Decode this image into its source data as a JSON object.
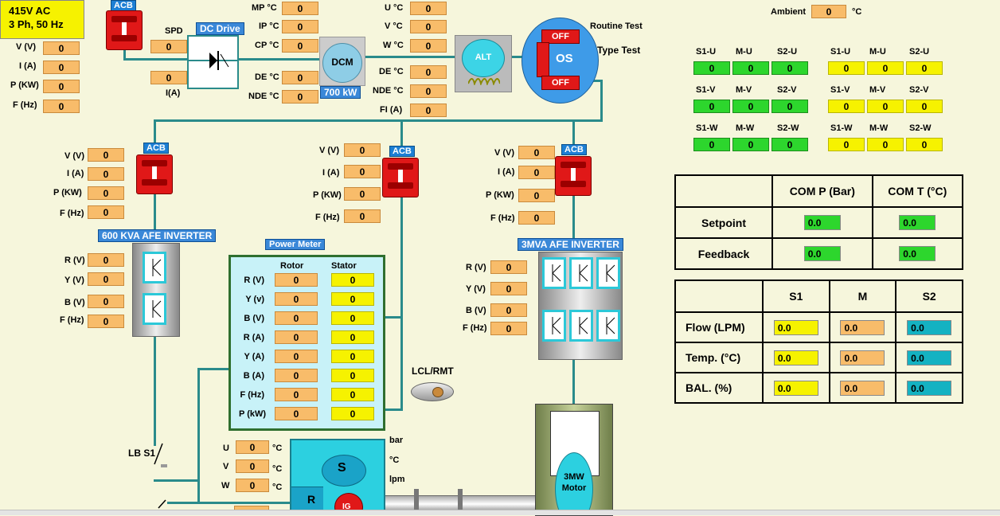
{
  "supply": {
    "line1": "415V AC",
    "line2": "3 Ph, 50 Hz"
  },
  "supply_readings": [
    {
      "label": "V (V)",
      "value": "0"
    },
    {
      "label": "I (A)",
      "value": "0"
    },
    {
      "label": "P (KW)",
      "value": "0"
    },
    {
      "label": "F (Hz)",
      "value": "0"
    }
  ],
  "acb_label": "ACB",
  "spd": {
    "label": "SPD",
    "value": "0"
  },
  "dc_drive": {
    "title": "DC Drive",
    "current_label": "I(A)",
    "current_value": "0"
  },
  "dcm_temps_top": [
    {
      "label": "MP °C",
      "value": "0"
    },
    {
      "label": "IP °C",
      "value": "0"
    },
    {
      "label": "CP °C",
      "value": "0"
    }
  ],
  "dcm_temps_bottom": [
    {
      "label": "DE °C",
      "value": "0"
    },
    {
      "label": "NDE °C",
      "value": "0"
    }
  ],
  "dcm": {
    "label": "DCM",
    "rating": "700 kW"
  },
  "alt_temps": [
    {
      "label": "U °C",
      "value": "0"
    },
    {
      "label": "V °C",
      "value": "0"
    },
    {
      "label": "W °C",
      "value": "0"
    }
  ],
  "alt_bearing": [
    {
      "label": "DE °C",
      "value": "0"
    },
    {
      "label": "NDE °C",
      "value": "0"
    },
    {
      "label": "FI (A)",
      "value": "0"
    }
  ],
  "alt": {
    "label": "ALT"
  },
  "os_switch": {
    "label": "OS",
    "top": "OFF",
    "bottom": "OFF",
    "routine_test": "Routine Test",
    "type_test": "Type Test"
  },
  "ambient": {
    "label": "Ambient",
    "value": "0",
    "unit": "°C"
  },
  "winding_green": [
    [
      {
        "label": "S1-U",
        "value": "0"
      },
      {
        "label": "M-U",
        "value": "0"
      },
      {
        "label": "S2-U",
        "value": "0"
      }
    ],
    [
      {
        "label": "S1-V",
        "value": "0"
      },
      {
        "label": "M-V",
        "value": "0"
      },
      {
        "label": "S2-V",
        "value": "0"
      }
    ],
    [
      {
        "label": "S1-W",
        "value": "0"
      },
      {
        "label": "M-W",
        "value": "0"
      },
      {
        "label": "S2-W",
        "value": "0"
      }
    ]
  ],
  "winding_yellow": [
    [
      {
        "label": "S1-U",
        "value": "0"
      },
      {
        "label": "M-U",
        "value": "0"
      },
      {
        "label": "S2-U",
        "value": "0"
      }
    ],
    [
      {
        "label": "S1-V",
        "value": "0"
      },
      {
        "label": "M-V",
        "value": "0"
      },
      {
        "label": "S2-V",
        "value": "0"
      }
    ],
    [
      {
        "label": "S1-W",
        "value": "0"
      },
      {
        "label": "M-W",
        "value": "0"
      },
      {
        "label": "S2-W",
        "value": "0"
      }
    ]
  ],
  "com_table": {
    "headers": [
      "COM P (Bar)",
      "COM T (°C)"
    ],
    "rows": [
      {
        "label": "Setpoint",
        "values": [
          "0.0",
          "0.0"
        ]
      },
      {
        "label": "Feedback",
        "values": [
          "0.0",
          "0.0"
        ]
      }
    ]
  },
  "flow_table": {
    "headers": [
      "S1",
      "M",
      "S2"
    ],
    "rows": [
      {
        "label": "Flow (LPM)",
        "values": [
          "0.0",
          "0.0",
          "0.0"
        ]
      },
      {
        "label": "Temp. (°C)",
        "values": [
          "0.0",
          "0.0",
          "0.0"
        ]
      },
      {
        "label": "BAL. (%)",
        "values": [
          "0.0",
          "0.0",
          "0.0"
        ]
      }
    ]
  },
  "inv600": {
    "title": "600 KVA AFE INVERTER",
    "input": [
      {
        "label": "V (V)",
        "value": "0"
      },
      {
        "label": "I (A)",
        "value": "0"
      },
      {
        "label": "P (KW)",
        "value": "0"
      },
      {
        "label": "F (Hz)",
        "value": "0"
      }
    ],
    "output": [
      {
        "label": "R (V)",
        "value": "0"
      },
      {
        "label": "Y (V)",
        "value": "0"
      },
      {
        "label": "B (V)",
        "value": "0"
      },
      {
        "label": "F (Hz)",
        "value": "0"
      }
    ]
  },
  "middle_feeder": [
    {
      "label": "V (V)",
      "value": "0"
    },
    {
      "label": "I (A)",
      "value": "0"
    },
    {
      "label": "P (KW)",
      "value": "0"
    },
    {
      "label": "F (Hz)",
      "value": "0"
    }
  ],
  "power_meter": {
    "title": "Power Meter",
    "col_rotor": "Rotor",
    "col_stator": "Stator",
    "rows": [
      {
        "label": "R (V)",
        "rotor": "0",
        "stator": "0"
      },
      {
        "label": "Y (v)",
        "rotor": "0",
        "stator": "0"
      },
      {
        "label": "B (V)",
        "rotor": "0",
        "stator": "0"
      },
      {
        "label": "R (A)",
        "rotor": "0",
        "stator": "0"
      },
      {
        "label": "Y (A)",
        "rotor": "0",
        "stator": "0"
      },
      {
        "label": "B (A)",
        "rotor": "0",
        "stator": "0"
      },
      {
        "label": "F (Hz)",
        "rotor": "0",
        "stator": "0"
      },
      {
        "label": "P (kW)",
        "rotor": "0",
        "stator": "0"
      }
    ]
  },
  "inv3mva": {
    "title": "3MVA AFE INVERTER",
    "input": [
      {
        "label": "V (V)",
        "value": "0"
      },
      {
        "label": "I (A)",
        "value": "0"
      },
      {
        "label": "P (KW)",
        "value": "0"
      },
      {
        "label": "F (Hz)",
        "value": "0"
      }
    ],
    "output": [
      {
        "label": "R (V)",
        "value": "0"
      },
      {
        "label": "Y (V)",
        "value": "0"
      },
      {
        "label": "B (V)",
        "value": "0"
      },
      {
        "label": "F (Hz)",
        "value": "0"
      }
    ]
  },
  "lcl_rmt": {
    "label": "LCL/RMT"
  },
  "lb_s1": {
    "label": "LB S1"
  },
  "ig_readings": [
    {
      "label": "U",
      "value": "0",
      "unit": "°C"
    },
    {
      "label": "V",
      "value": "0",
      "unit": "°C"
    },
    {
      "label": "W",
      "value": "0",
      "unit": "°C"
    }
  ],
  "ig_units": [
    "bar",
    "°C",
    "lpm"
  ],
  "ig": {
    "s": "S",
    "r": "R",
    "ig": "IG"
  },
  "motor": {
    "line1": "3MW",
    "line2": "Motor"
  }
}
